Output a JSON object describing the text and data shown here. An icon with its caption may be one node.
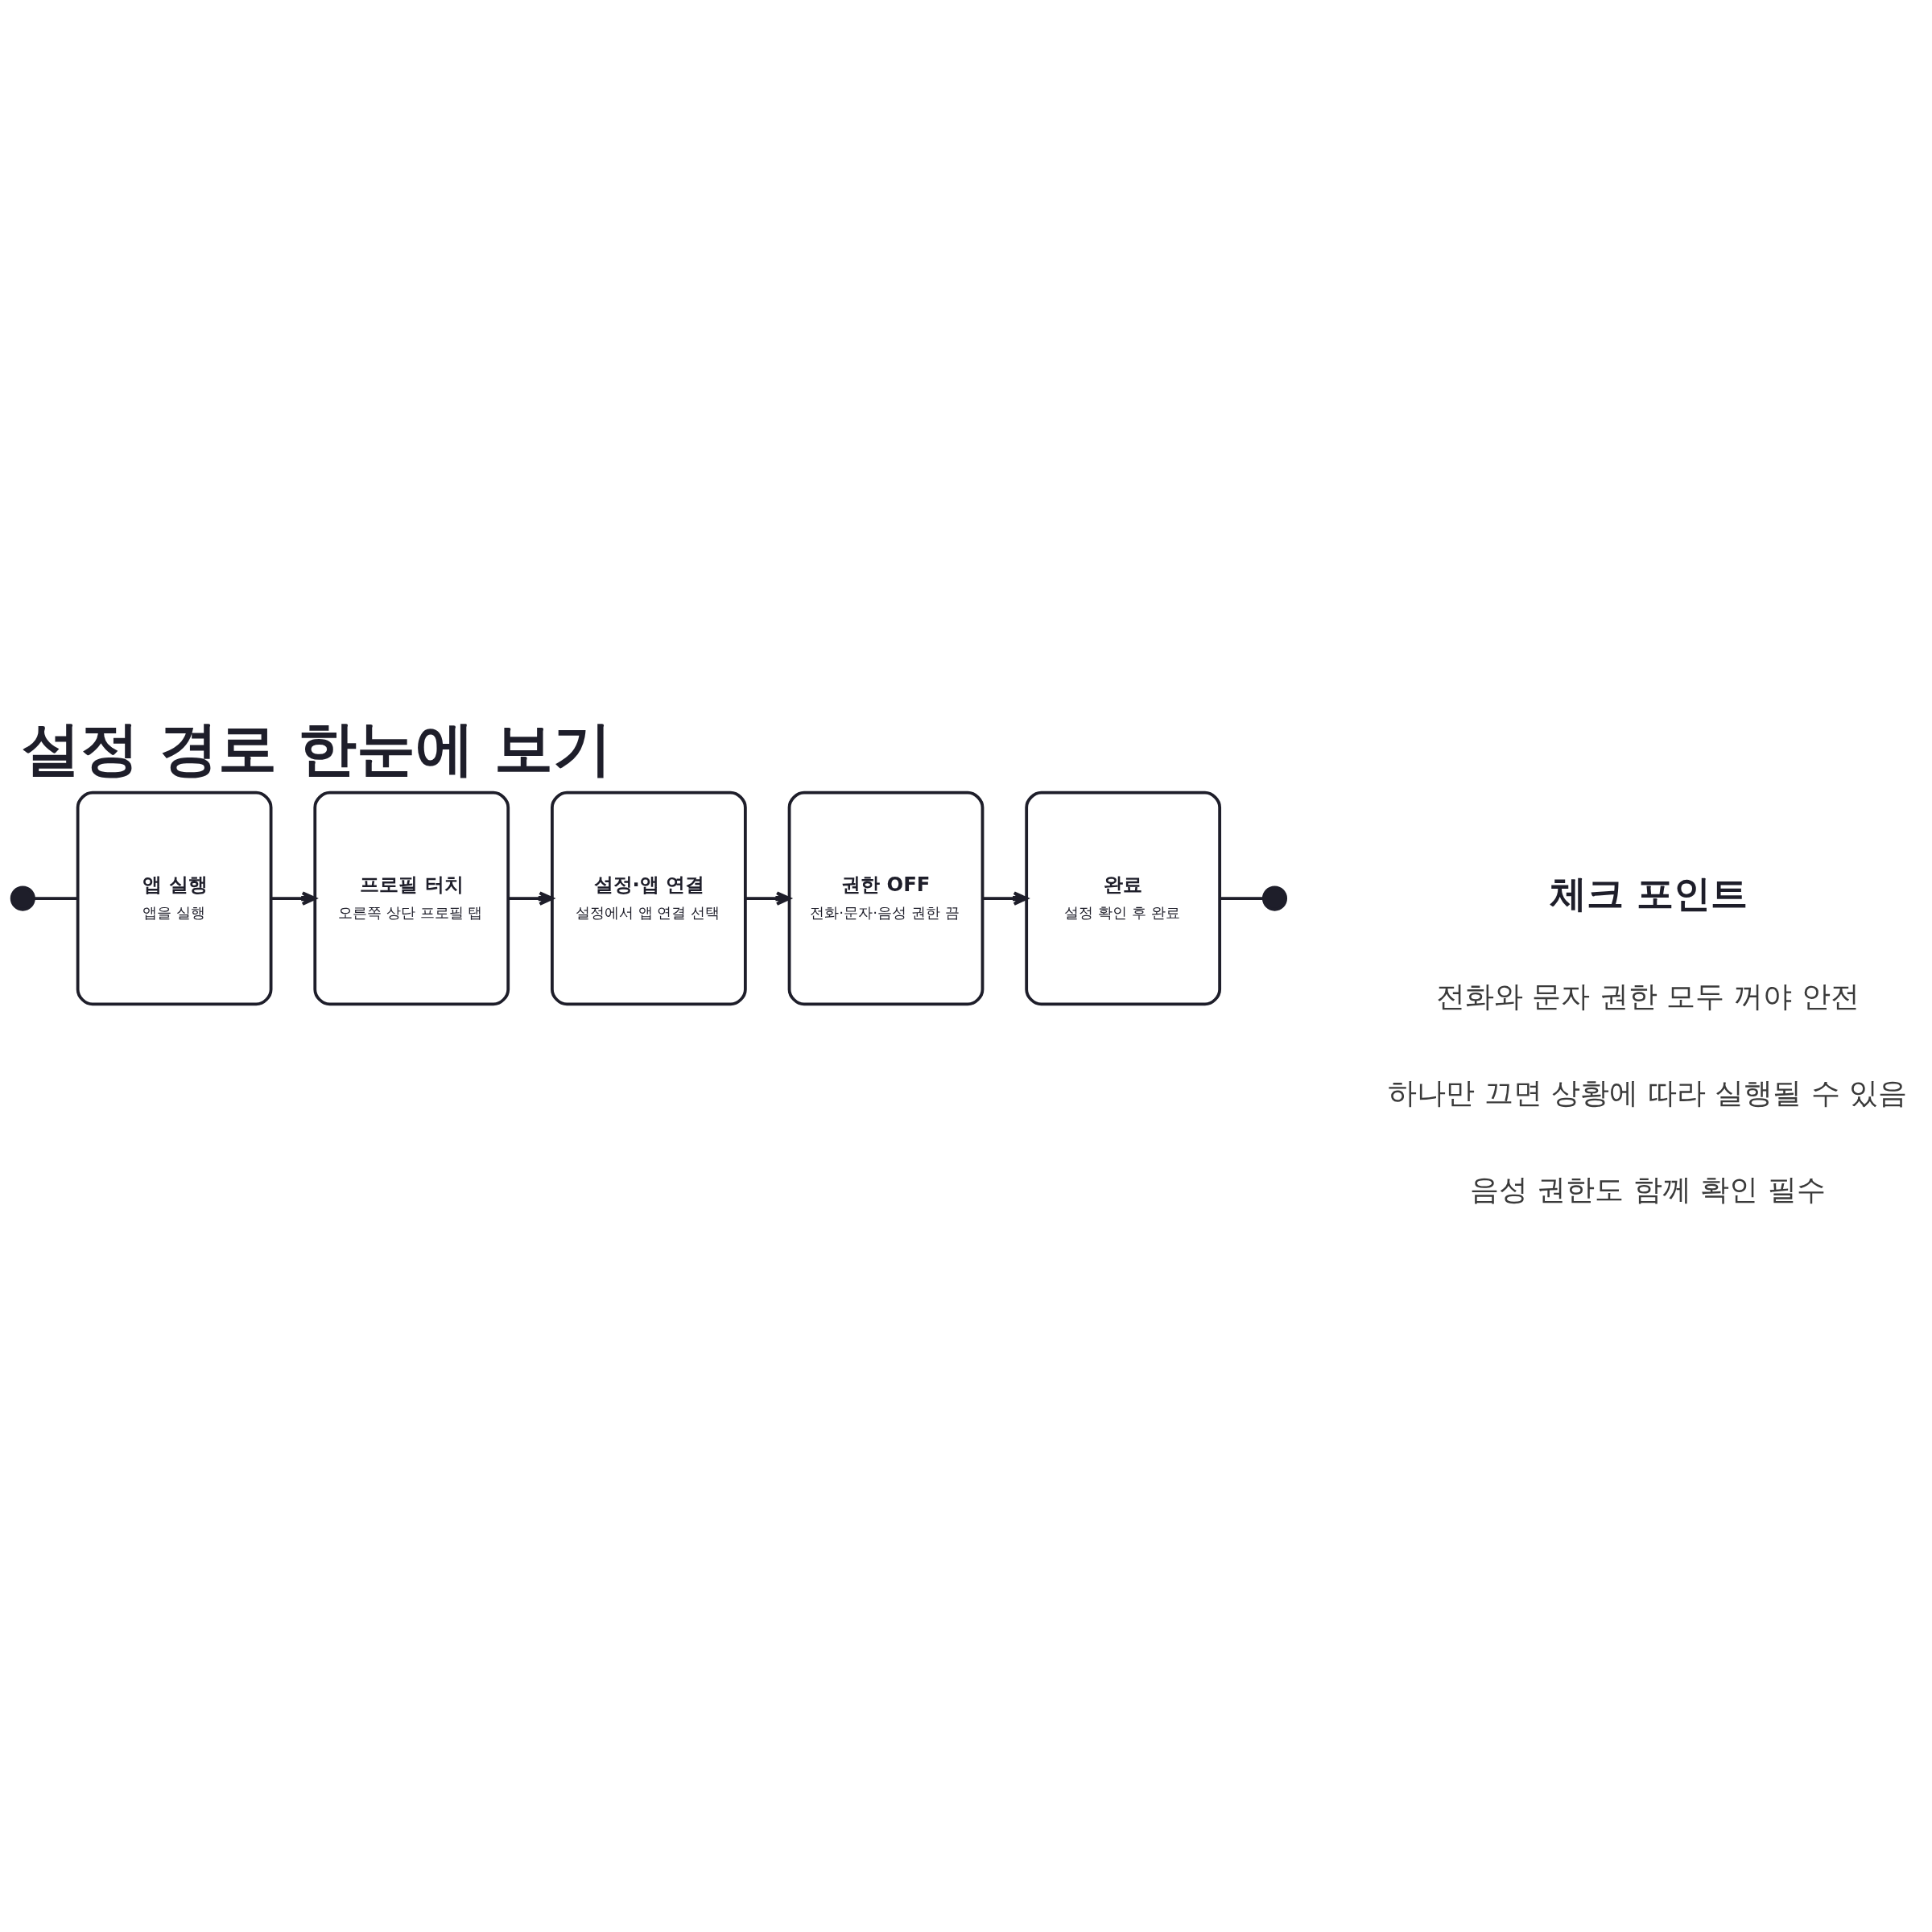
{
  "diagram": {
    "title": "설정 경로 한눈에 보기",
    "nodes": [
      {
        "text": [],
        "shape": "circle"
      },
      {
        "text": [
          "앱 실행",
          "앱을 실행"
        ]
      },
      {
        "text": [
          "프로필 터치",
          "오른쪽 상단 프로필 탭"
        ]
      },
      {
        "text": [
          "설정·앱 연결",
          "설정에서 앱 연결 선택"
        ]
      },
      {
        "text": [
          "권한 OFF",
          "전화·문자·음성 권한 끔"
        ]
      },
      {
        "text": [
          "완료",
          "설정 확인 후 완료"
        ]
      },
      {
        "text": [],
        "shape": "circle"
      }
    ],
    "edges": [
      {
        "from": 0,
        "to": 1,
        "arrow": "none"
      },
      {
        "from": 1,
        "to": 2,
        "arrow": "to"
      },
      {
        "from": 2,
        "to": 3,
        "arrow": "to"
      },
      {
        "from": 3,
        "to": 4,
        "arrow": "to"
      },
      {
        "from": 4,
        "to": 5,
        "arrow": "to"
      },
      {
        "from": 5,
        "to": 6,
        "arrow": "none"
      }
    ],
    "labels": [
      "체크 포인트",
      "전화와 문자 권한 모두 꺼야 안전",
      "하나만 끄면 상황에 따라 실행될 수 있음",
      "음성 권한도 함께 확인 필수"
    ]
  }
}
